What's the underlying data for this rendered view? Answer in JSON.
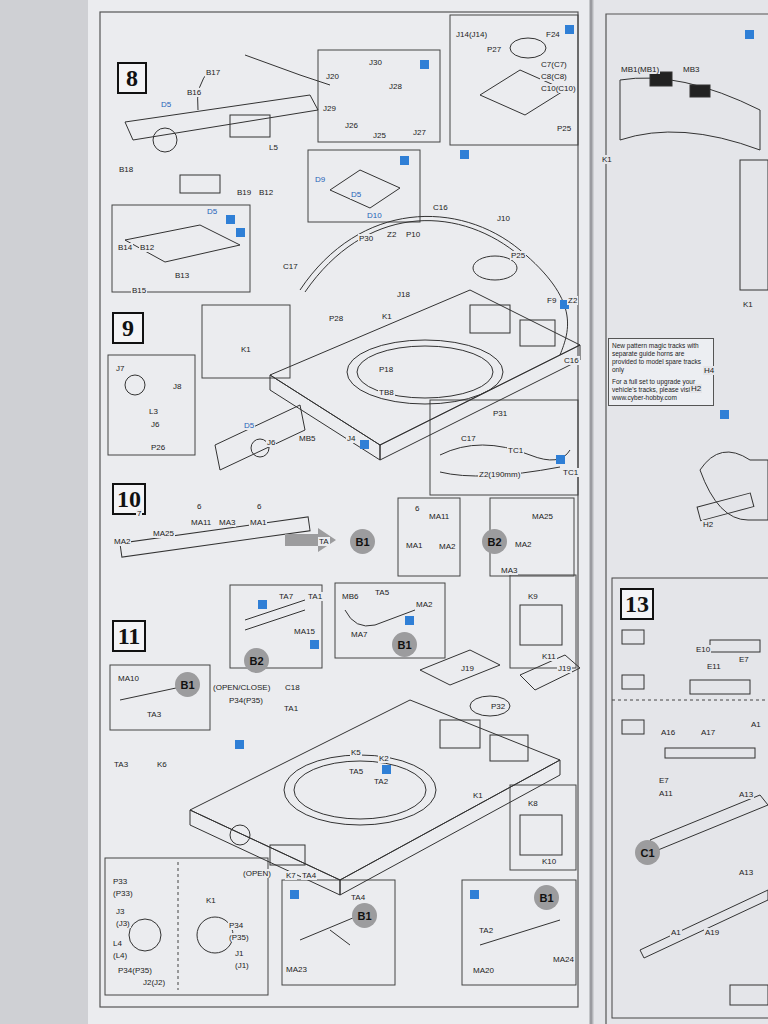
{
  "diagram": {
    "nodes": [
      {
        "text": [
          "8"
        ]
      },
      {
        "text": [
          "9"
        ]
      },
      {
        "text": [
          "10"
        ]
      },
      {
        "text": [
          "11"
        ]
      },
      {
        "text": [
          "New pattern magic tracks with separate guide horns are provided to model spare tracks only",
          "For a full set to upgrade your vehicle's tracks, please visit www.cyber-hobby.com"
        ]
      },
      {
        "text": [
          "13"
        ]
      },
      {
        "text": [
          "B1"
        ]
      },
      {
        "text": [
          "B2"
        ]
      },
      {
        "text": [
          "B2"
        ]
      },
      {
        "text": [
          "B1"
        ]
      },
      {
        "text": [
          "B1"
        ]
      },
      {
        "text": [
          "B1"
        ]
      },
      {
        "text": [
          "B1"
        ]
      },
      {
        "text": [
          "C1"
        ]
      }
    ],
    "labels": [
      "B17",
      "B16",
      "D5",
      "B18",
      "L5",
      "B19",
      "B12",
      "J20",
      "J30",
      "J28",
      "J29",
      "J26",
      "J25",
      "J27",
      "J14(J14)",
      "P27",
      "F24",
      "C7(C7)",
      "C8(C8)",
      "C10(C10)",
      "P25",
      "D9",
      "D5",
      "D10",
      "C16",
      "J10",
      "D5",
      "B14",
      "B12",
      "B13",
      "B15",
      "P30",
      "Z2",
      "P10",
      "C17",
      "J18",
      "P25",
      "F9",
      "Z2",
      "K1",
      "P28",
      "K1",
      "C16",
      "J7",
      "J8",
      "L3",
      "J6",
      "P26",
      "P18",
      "TB8",
      "D5",
      "J6",
      "MB5",
      "J4",
      "P31",
      "C17",
      "TC1",
      "Z2(190mm)",
      "TC1",
      "7",
      "6",
      "6",
      "MA2",
      "MA25",
      "MA11",
      "MA3",
      "MA1",
      "TA",
      "6",
      "MA11",
      "MA1",
      "MA2",
      "MA25",
      "MA2",
      "MA3",
      "TA7",
      "TA1",
      "MA15",
      "MB6",
      "TA5",
      "MA7",
      "MA2",
      "K9",
      "K11",
      "J19",
      "J19",
      "P32",
      "MA10",
      "TA3",
      "(OPEN/CLOSE)",
      "P34(P35)",
      "C18",
      "TA1",
      "TA3",
      "K6",
      "K5",
      "K2",
      "TA5",
      "TA2",
      "K1",
      "K8",
      "K10",
      "K7",
      "TA4",
      "P33",
      "(P33)",
      "(OPEN)",
      "J3",
      "(J3)",
      "K1",
      "L4",
      "(L4)",
      "P34",
      "(P35)",
      "J1",
      "(J1)",
      "P34(P35)",
      "J2(J2)",
      "TA4",
      "MA23",
      "TA2",
      "MA24",
      "MA20",
      "MB1(MB1)",
      "MB3",
      "K1",
      "K1",
      "H4",
      "H2",
      "H2",
      "E10",
      "E11",
      "E7",
      "A16",
      "A17",
      "A1",
      "E7",
      "A11",
      "A13",
      "A13",
      "A1",
      "A19"
    ]
  }
}
